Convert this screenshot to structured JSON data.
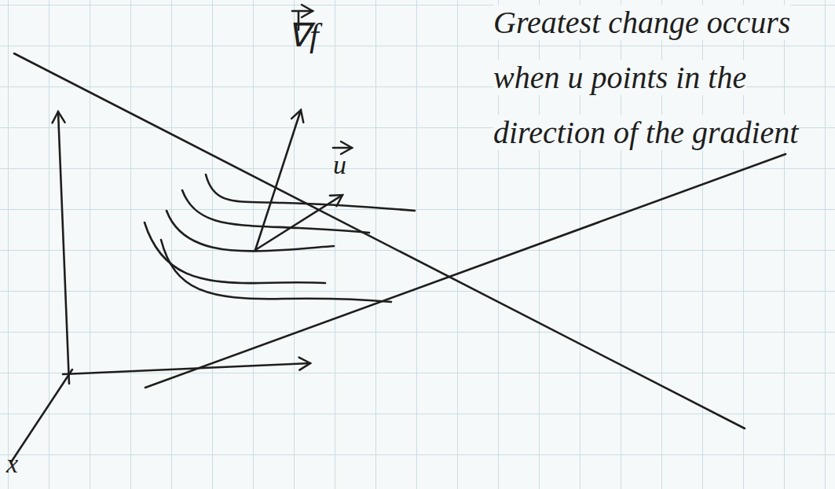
{
  "diagram": {
    "labels": [
      "∇f",
      "u",
      "Greatest change occurs when u points in the direction of the gradient",
      "x"
    ]
  }
}
